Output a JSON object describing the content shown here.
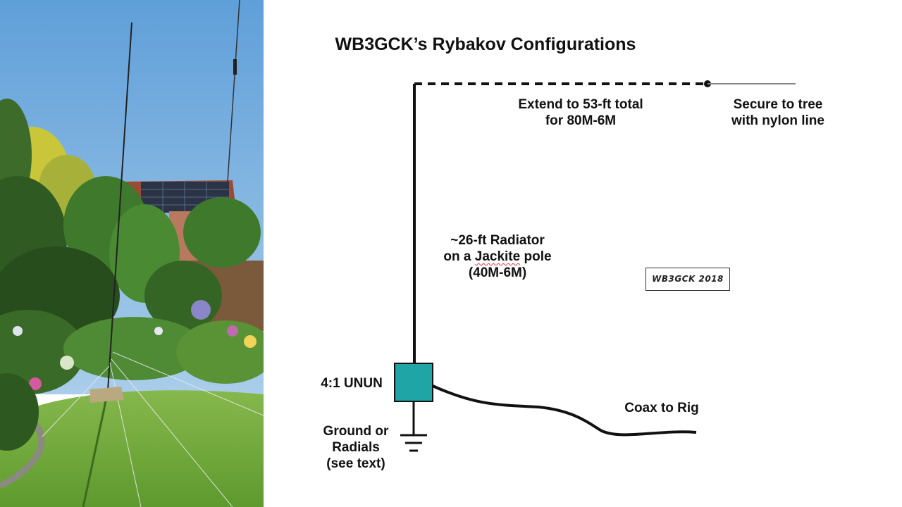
{
  "diagram": {
    "title": "WB3GCK’s Rybakov Configurations",
    "extend_label": {
      "line1": "Extend to 53-ft total",
      "line2": "for 80M-6M"
    },
    "secure_label": {
      "line1": "Secure to tree",
      "line2": "with nylon line"
    },
    "radiator_label": {
      "line1": "~26-ft Radiator",
      "line2_prefix": "on a ",
      "line2_word": "Jackite",
      "line2_suffix": " pole",
      "line3": "(40M-6M)"
    },
    "watermark": "WB3GCK 2018",
    "unun_label": "4:1 UNUN",
    "coax_label": "Coax to Rig",
    "ground_label": {
      "line1": "Ground or",
      "line2": "Radials",
      "line3": "(see text)"
    },
    "colors": {
      "unun_fill": "#1fa5a5",
      "line": "#111111",
      "nylon_line": "#888888"
    }
  },
  "photo": {
    "scene": "vertical antenna mast in a garden with guy lines, house with solar panels behind trees"
  }
}
